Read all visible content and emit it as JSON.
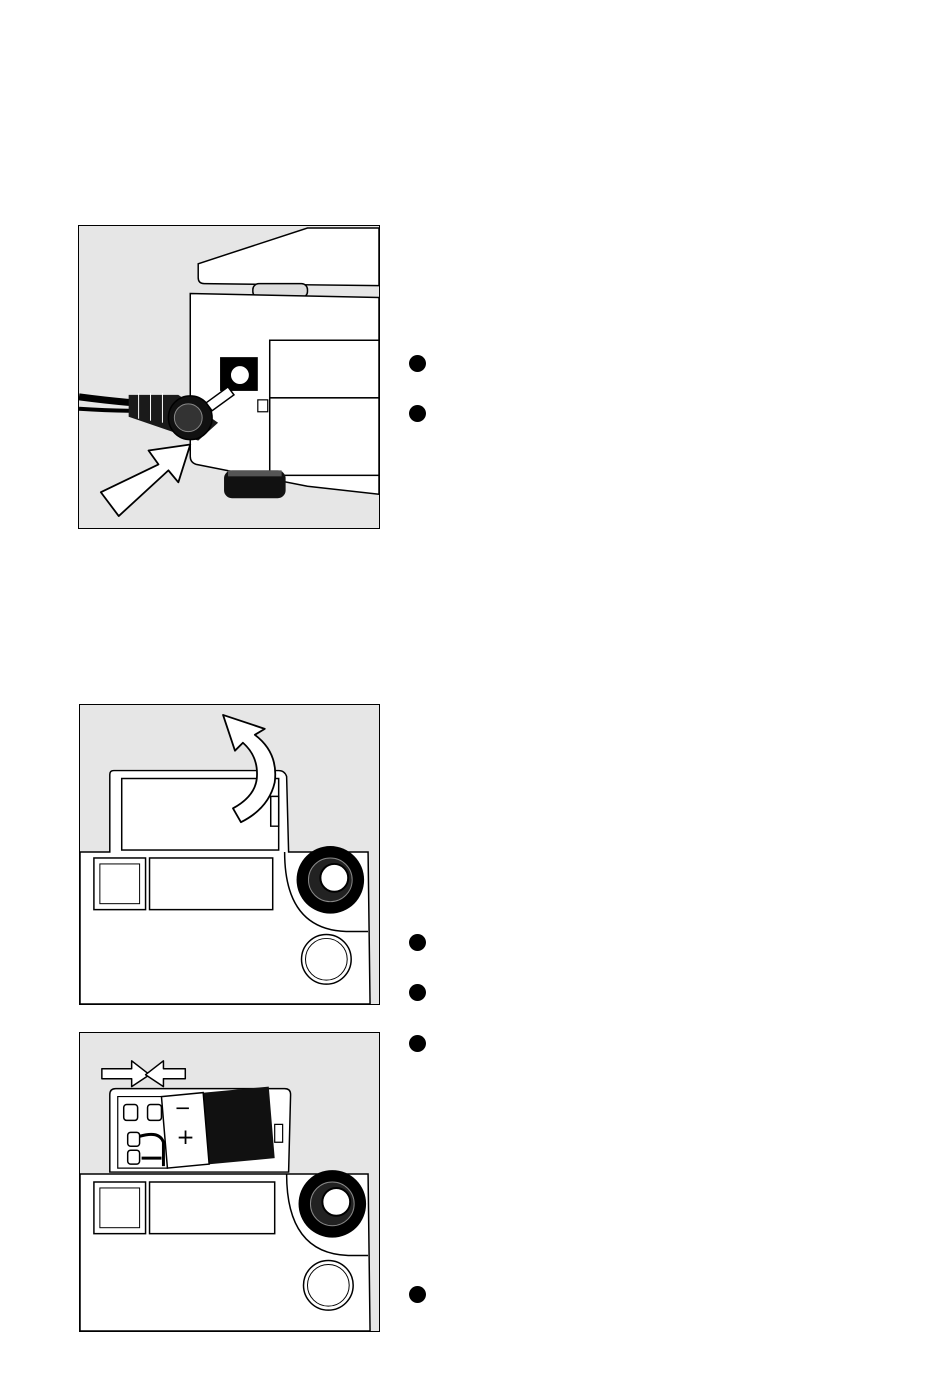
{
  "figures": [
    {
      "id": "power-adapter",
      "icons": [
        "dc-plug-icon",
        "insert-arrow-icon"
      ]
    },
    {
      "id": "battery-cover-open",
      "icons": [
        "curved-arrow-icon"
      ]
    },
    {
      "id": "battery-insert",
      "icons": [
        "squeeze-arrows-icon",
        "battery-9v-icon"
      ],
      "battery": {
        "minus_label": "−",
        "plus_label": "+"
      }
    }
  ],
  "bullets": {
    "group1": [
      "bullet",
      "bullet"
    ],
    "group2": [
      "bullet",
      "bullet",
      "bullet",
      "bullet"
    ]
  }
}
